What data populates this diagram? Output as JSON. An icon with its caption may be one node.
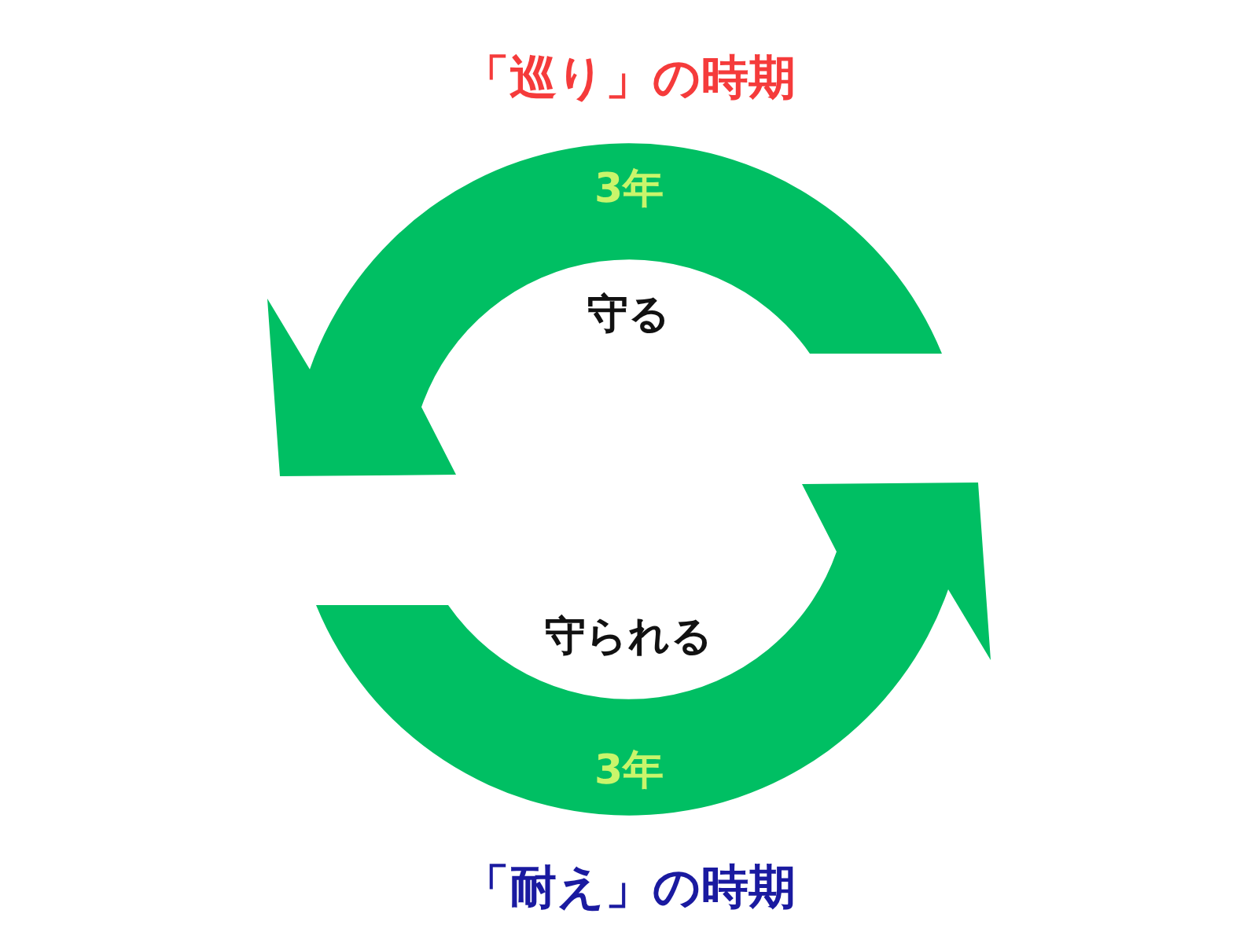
{
  "diagram": {
    "nodes": [
      {
        "text": [
          "3年"
        ]
      },
      {
        "text": [
          "3年"
        ]
      }
    ],
    "labels": [
      "「巡り」の時期",
      "守る",
      "守られる",
      "「耐え」の時期"
    ]
  }
}
